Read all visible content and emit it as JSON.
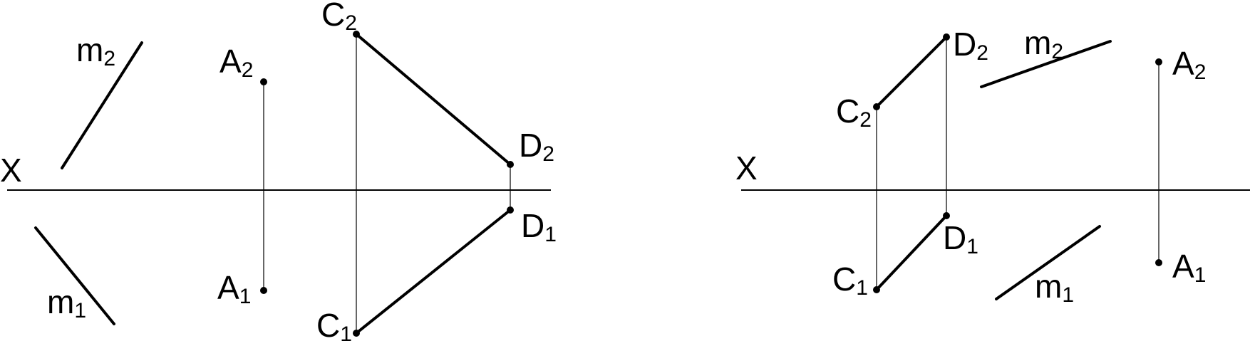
{
  "left": {
    "axis_label": "X",
    "labels": {
      "m2": {
        "base": "m",
        "sub": "2"
      },
      "m1": {
        "base": "m",
        "sub": "1"
      },
      "A2": {
        "base": "A",
        "sub": "2"
      },
      "A1": {
        "base": "A",
        "sub": "1"
      },
      "C2": {
        "base": "C",
        "sub": "2"
      },
      "C1": {
        "base": "C",
        "sub": "1"
      },
      "D2": {
        "base": "D",
        "sub": "2"
      },
      "D1": {
        "base": "D",
        "sub": "1"
      }
    }
  },
  "right": {
    "axis_label": "X",
    "labels": {
      "D2": {
        "base": "D",
        "sub": "2"
      },
      "C2": {
        "base": "C",
        "sub": "2"
      },
      "m2": {
        "base": "m",
        "sub": "2"
      },
      "A2": {
        "base": "A",
        "sub": "2"
      },
      "D1": {
        "base": "D",
        "sub": "1"
      },
      "C1": {
        "base": "C",
        "sub": "1"
      },
      "m1": {
        "base": "m",
        "sub": "1"
      },
      "A1": {
        "base": "A",
        "sub": "1"
      }
    }
  },
  "colors": {
    "stroke": "#000000",
    "background": "#ffffff"
  }
}
